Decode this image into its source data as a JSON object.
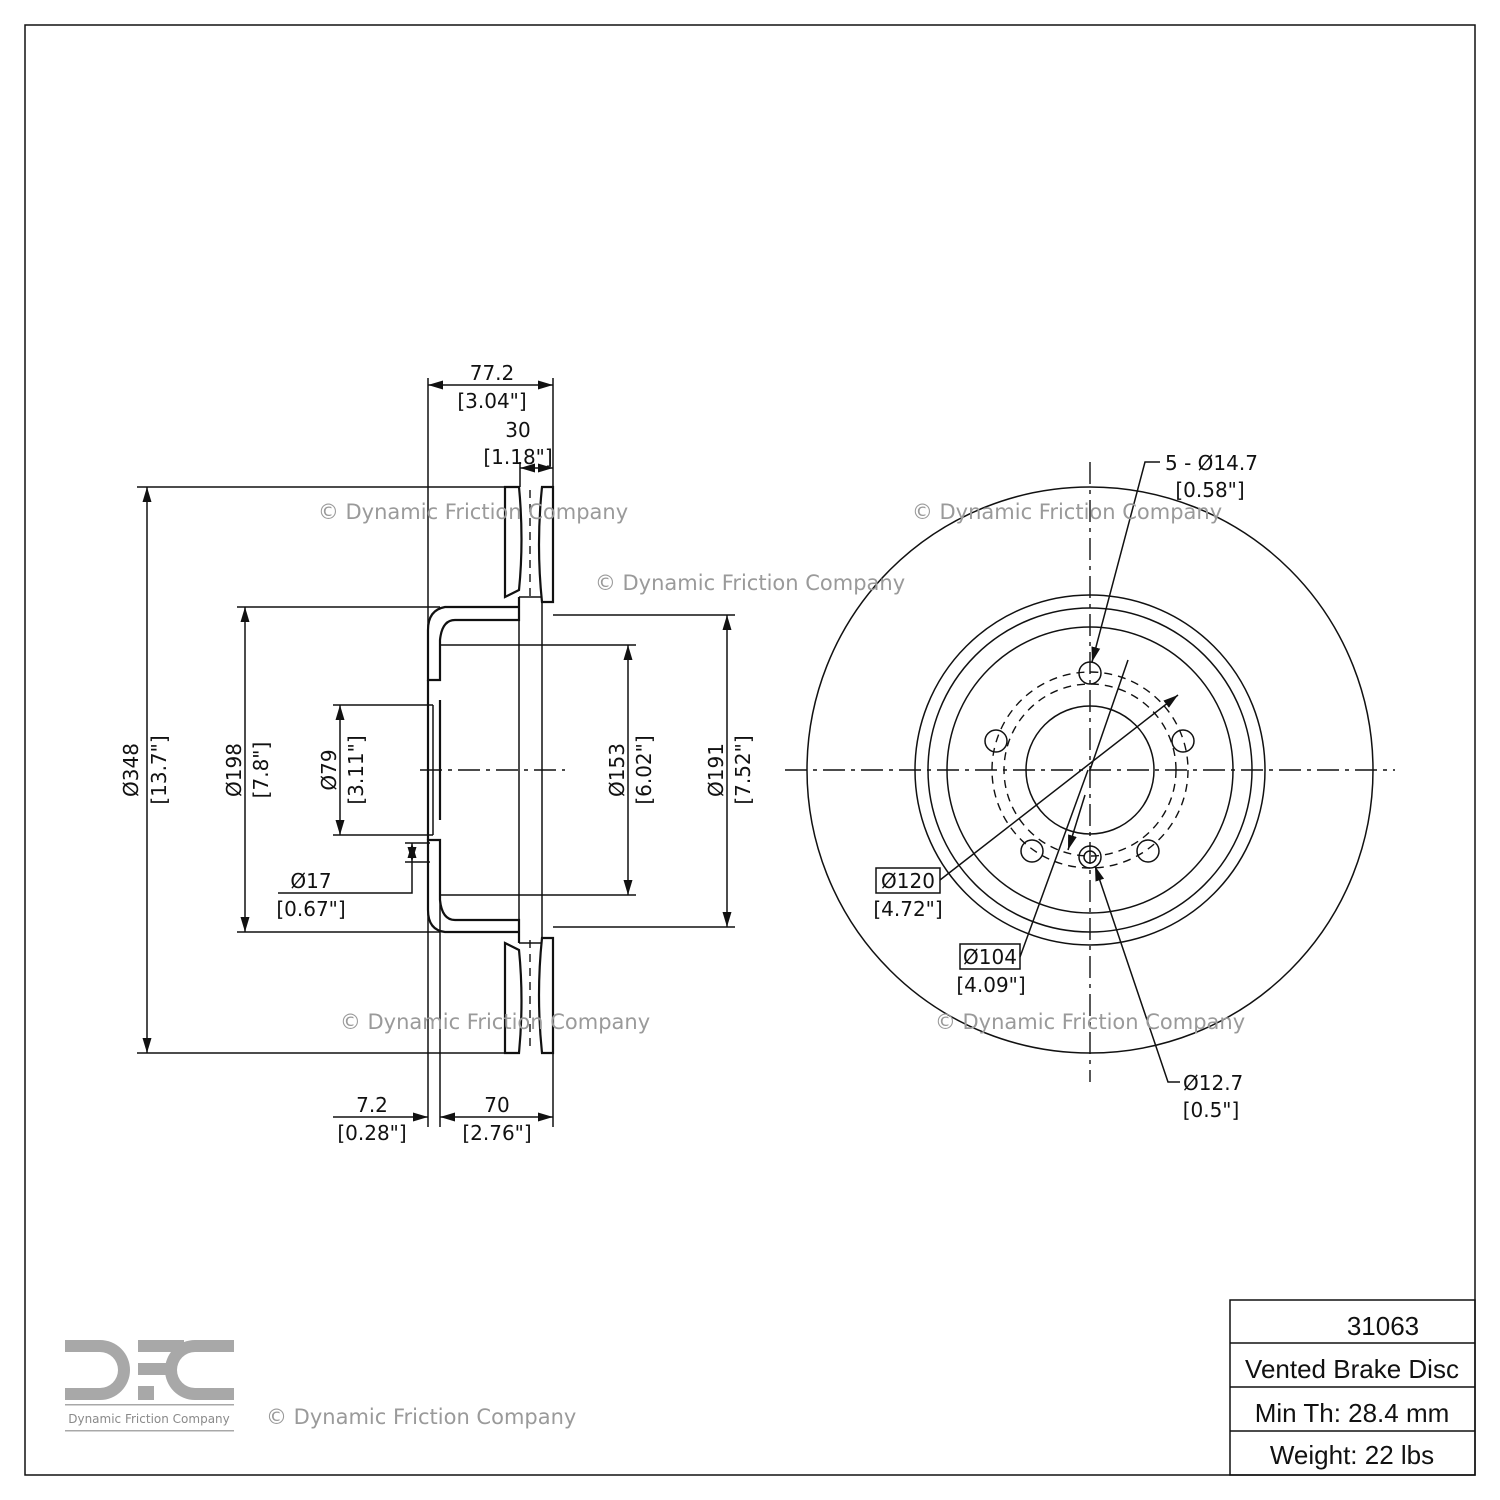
{
  "title_block": {
    "part_number": "31063",
    "description": "Vented Brake Disc",
    "min_thickness": "Min Th: 28.4 mm",
    "weight": "Weight: 22 lbs"
  },
  "watermark": "© Dynamic Friction Company",
  "logo": {
    "letters": "DFC",
    "name": "Dynamic Friction Company"
  },
  "section_view": {
    "overall_height": {
      "mm": "77.2",
      "in": "[3.04\"]"
    },
    "rotor_thickness": {
      "mm": "30",
      "in": "[1.18\"]"
    },
    "outer_diameter": {
      "mm": "Ø348",
      "in": "[13.7\"]"
    },
    "hat_diameter": {
      "mm": "Ø198",
      "in": "[7.8\"]"
    },
    "center_bore": {
      "mm": "Ø79",
      "in": "[3.11\"]"
    },
    "stud_hole": {
      "mm": "Ø17",
      "in": "[0.67\"]"
    },
    "inner_diameter": {
      "mm": "Ø153",
      "in": "[6.02\"]"
    },
    "hat_inner_diameter": {
      "mm": "Ø191",
      "in": "[7.52\"]"
    },
    "hub_thickness": {
      "mm": "7.2",
      "in": "[0.28\"]"
    },
    "offset": {
      "mm": "70",
      "in": "[2.76\"]"
    }
  },
  "face_view": {
    "bolt_holes": {
      "mm": "5 - Ø14.7",
      "in": "[0.58\"]"
    },
    "bolt_circle_120": {
      "mm": "Ø120",
      "in": "[4.72\"]"
    },
    "bolt_circle_104": {
      "mm": "Ø104",
      "in": "[4.09\"]"
    },
    "small_hole": {
      "mm": "Ø12.7",
      "in": "[0.5\"]"
    }
  }
}
